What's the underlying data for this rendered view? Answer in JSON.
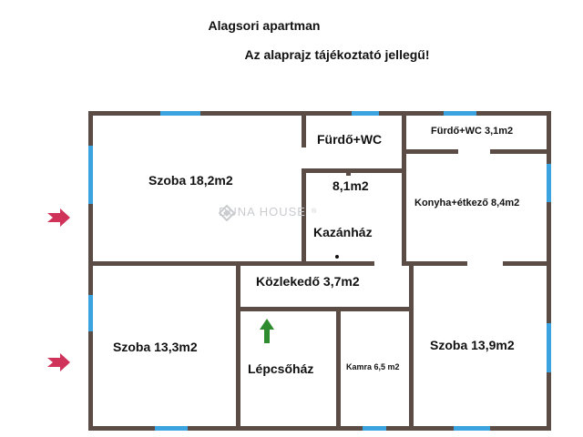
{
  "title": "Alagsori apartman",
  "subtitle": "Az alaprajz tájékoztató jellegű!",
  "watermark": "DUNA HOUSE",
  "watermark_mark": "®",
  "rooms": {
    "szoba1": "Szoba 18,2m2",
    "furdo_wc": "Fürdő+WC",
    "furdo_area": "8,1m2",
    "kazanhaz": "Kazánház",
    "furdo_wc2": "Fürdő+WC 3,1m2",
    "konyha": "Konyha+étkező 8,4m2",
    "kozlekedo": "Közlekedő 3,7m2",
    "szoba2": "Szoba 13,3m2",
    "lepcsohaz": "Lépcsőház",
    "kamra": "Kamra 6,5 m2",
    "szoba3": "Szoba 13,9m2"
  },
  "colors": {
    "wall": "#5b4c45",
    "window": "#3aa3e0",
    "entry_arrow": "#d0335a",
    "stair_arrow": "#2e8b2e",
    "text": "#111111"
  }
}
